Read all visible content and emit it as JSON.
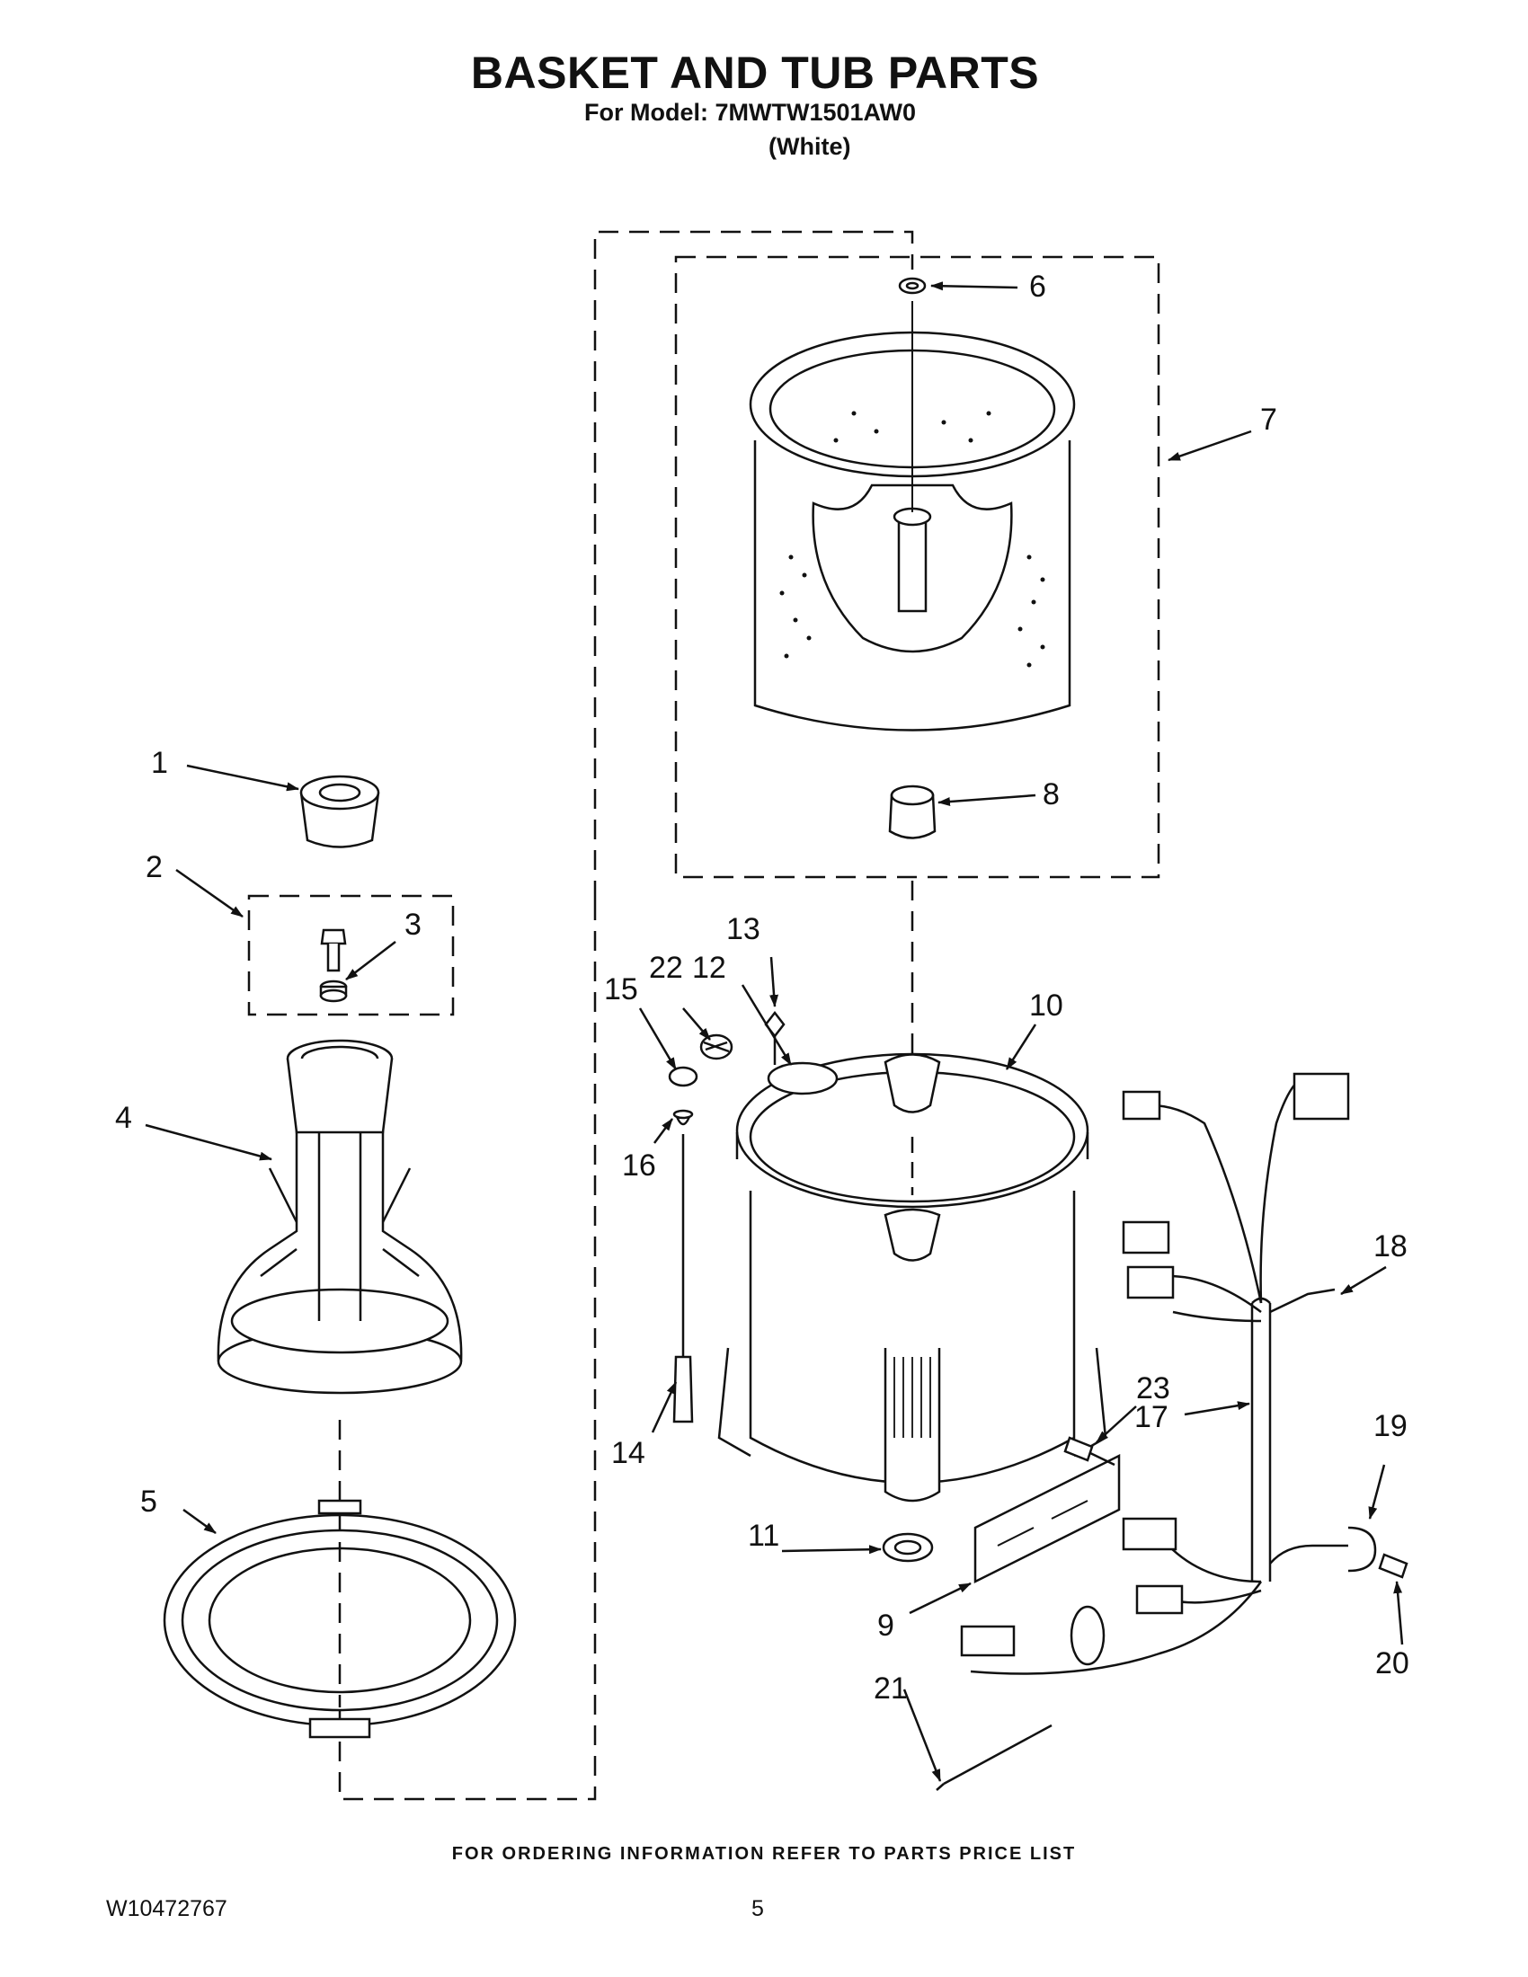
{
  "header": {
    "title": "BASKET AND TUB PARTS",
    "model_line": "For Model: 7MWTW1501AW0",
    "color_line": "(White)"
  },
  "callouts": [
    "1",
    "2",
    "3",
    "4",
    "5",
    "6",
    "7",
    "8",
    "9",
    "10",
    "11",
    "12",
    "13",
    "14",
    "15",
    "16",
    "17",
    "18",
    "19",
    "20",
    "21",
    "22",
    "23"
  ],
  "footer": {
    "ordering_note": "FOR ORDERING INFORMATION REFER TO PARTS PRICE LIST",
    "document_number": "W10472767",
    "page_number": "5"
  }
}
